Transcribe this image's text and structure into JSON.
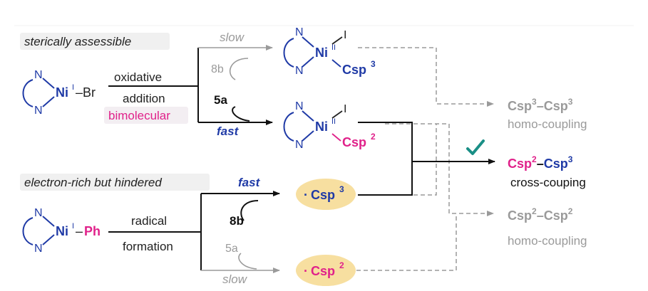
{
  "banners": {
    "top": "sterically assessible",
    "bottom": "electron-rich but hindered"
  },
  "reagents": {
    "ni_br": {
      "atom_n": "N",
      "ni": "Ni",
      "ni_ox": "I",
      "ligand": "–Br"
    },
    "ni_ph": {
      "atom_n": "N",
      "ni": "Ni",
      "ni_ox": "I",
      "ligand_dash": "–",
      "ligand": "Ph"
    }
  },
  "path_top": {
    "line1": "oxidative",
    "line2": "addition",
    "tag": "bimolecular",
    "slow_label": "slow",
    "slow_reagent": "8b",
    "fast_label": "fast",
    "fast_reagent": "5a"
  },
  "path_bottom": {
    "line1": "radical",
    "line2": "formation",
    "fast_label": "fast",
    "fast_reagent": "8b",
    "slow_label": "slow",
    "slow_reagent": "5a"
  },
  "intermediates": {
    "ni_csp3": {
      "n": "N",
      "ni": "Ni",
      "ni_ox": "II",
      "halide": "I",
      "csp": "Csp",
      "sup": "3"
    },
    "ni_csp2": {
      "n": "N",
      "ni": "Ni",
      "ni_ox": "II",
      "halide": "I",
      "csp": "Csp",
      "sup": "2"
    },
    "rad_csp3": {
      "dot": "·",
      "csp": "Csp",
      "sup": "3"
    },
    "rad_csp2": {
      "dot": "·",
      "csp": "Csp",
      "sup": "2"
    }
  },
  "products": {
    "p1": {
      "a": "Csp",
      "a_sup": "3",
      "dash": "–",
      "b": "Csp",
      "b_sup": "3",
      "label": "homo-coupling"
    },
    "p2": {
      "a": "Csp",
      "a_sup": "2",
      "dash": "–",
      "b": "Csp",
      "b_sup": "3",
      "label": "cross-couping"
    },
    "p3": {
      "a": "Csp",
      "a_sup": "2",
      "dash": "–",
      "b": "Csp",
      "b_sup": "2",
      "label": "homo-coupling"
    }
  },
  "colors": {
    "blue": "#1f3aa6",
    "magenta": "#e0218a",
    "gray": "#9a9a9a",
    "teal": "#1a8f86",
    "banner": "#f0f0f0",
    "tag": "#f3eef2",
    "radical_fill": "#f7dfa0"
  },
  "icons": {
    "check": "check-icon"
  }
}
